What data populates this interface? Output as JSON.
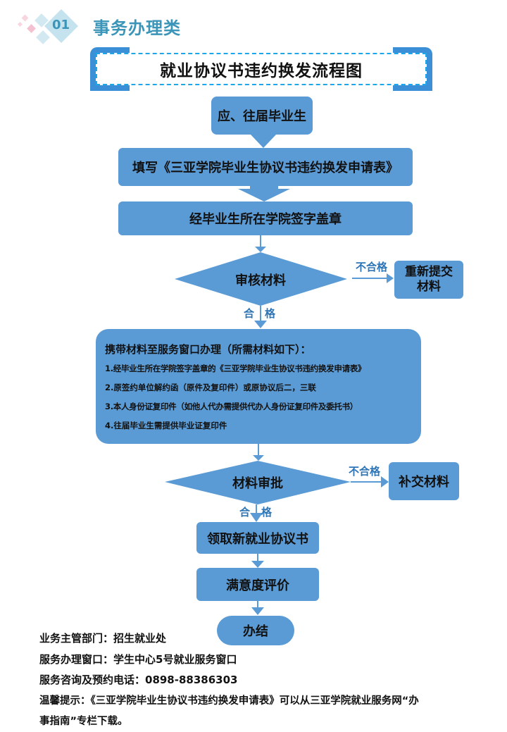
{
  "section": {
    "number": "01",
    "title": "事务办理类",
    "accent": "#3a95b8"
  },
  "diagram": {
    "title": "就业协议书违约换发流程图",
    "start": "应、往届毕业生",
    "step_fill_form": "填写《三亚学院毕业生协议书违约换发申请表》",
    "step_college_seal": "经毕业生所在学院签字盖章",
    "decision_review": "审核材料",
    "branch_fail_1": "不合格",
    "resubmit_line1": "重新提交",
    "resubmit_line2": "材料",
    "branch_pass_1_a": "合",
    "branch_pass_1_b": "格",
    "materials": {
      "heading": "携带材料至服务窗口办理（所需材料如下）：",
      "items": [
        "1.经毕业生所在学院签字盖章的《三亚学院毕业生协议书违约换发申请表》",
        "2.原签约单位解约函（原件及复印件）或原协议后二，三联",
        "3.本人身份证复印件（如他人代办需提供代办人身份证复印件及委托书）",
        "4.往届毕业生需提供毕业证复印件"
      ]
    },
    "decision_approve": "材料审批",
    "branch_fail_2": "不合格",
    "supplement": "补交材料",
    "branch_pass_2_a": "合",
    "branch_pass_2_b": "格",
    "step_receive": "领取新就业协议书",
    "step_rating": "满意度评价",
    "end": "办结"
  },
  "footer": {
    "dept": "业务主管部门：招生就业处",
    "window": "服务办理窗口：学生中心5号就业服务窗口",
    "phone": "服务咨询及预约电话：0898-88386303",
    "tip_line1": "温馨提示：《三亚学院毕业生协议书违约换发申请表》可以从三亚学院就业服务网“办",
    "tip_line2": "事指南”专栏下载。"
  },
  "colors": {
    "box_fill": "#5b9bd5",
    "title_frame": "#3a8fd6",
    "dash": "#1ea7e8",
    "label_blue": "#2e75b6"
  }
}
